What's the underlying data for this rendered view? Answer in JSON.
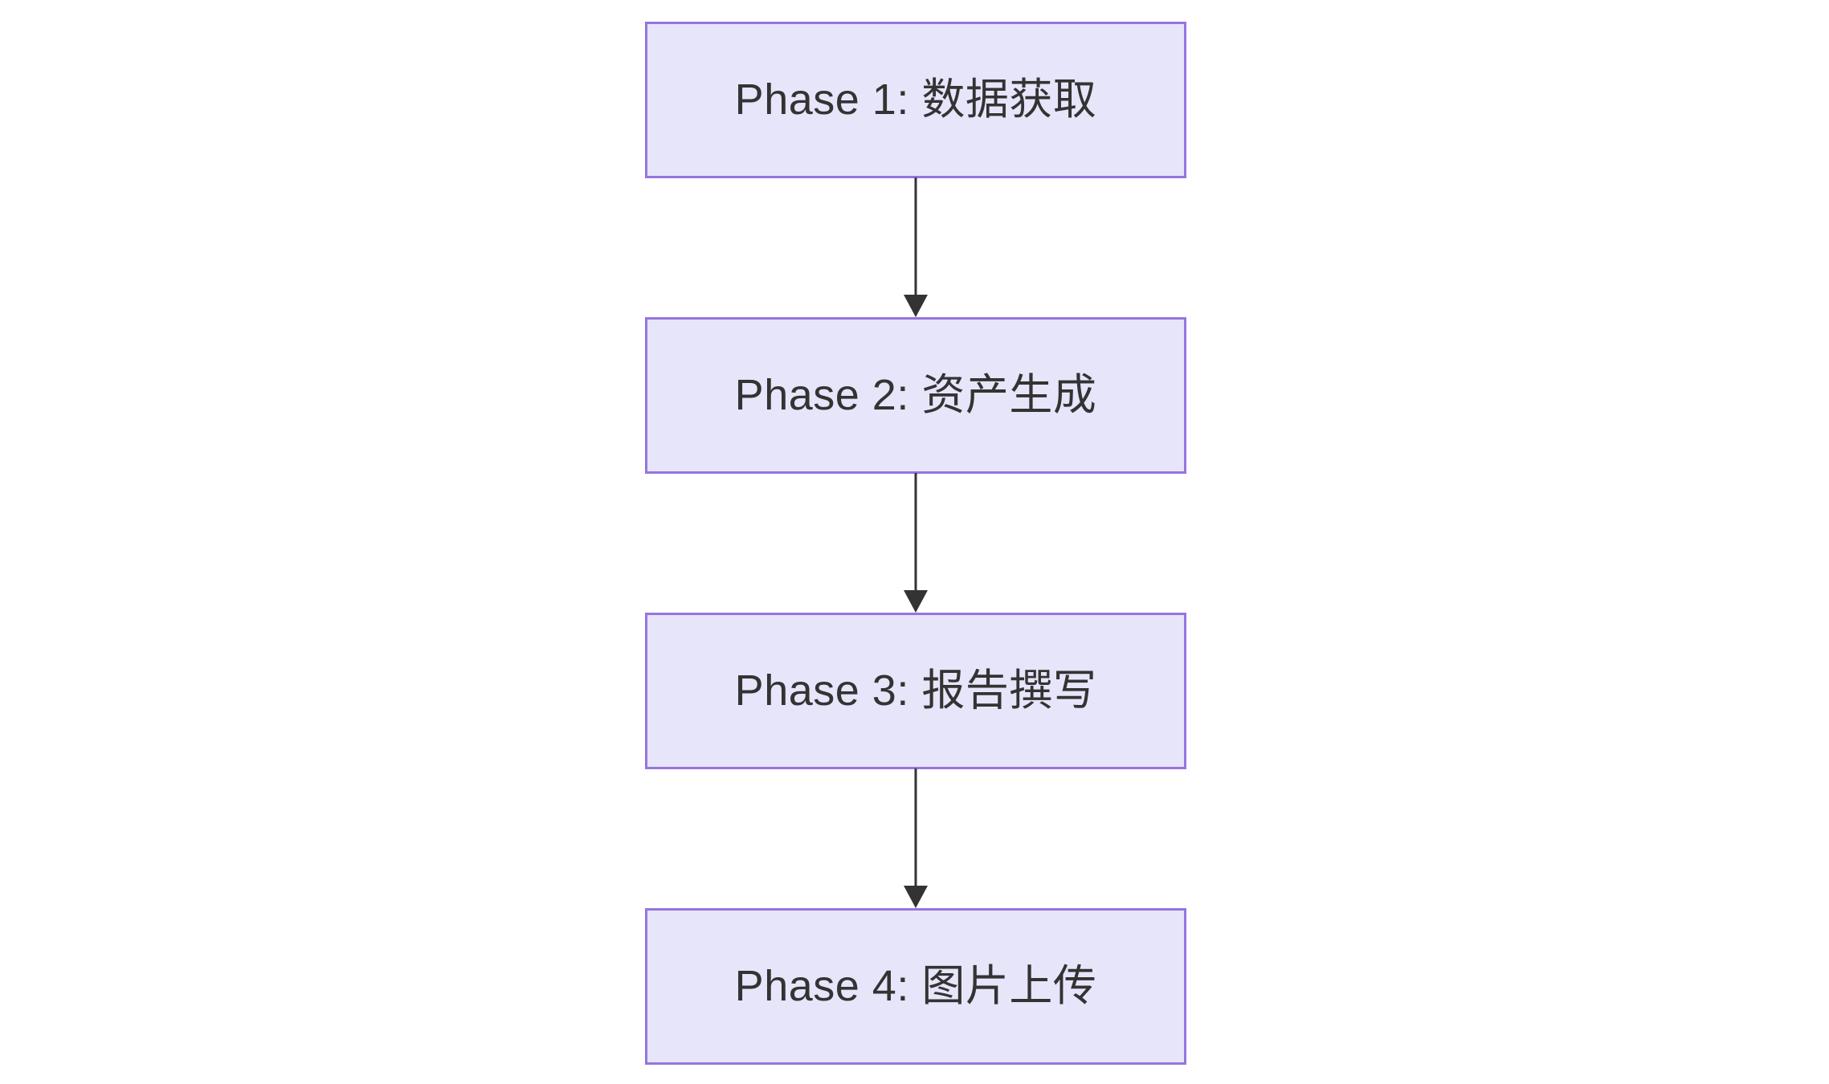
{
  "diagram": {
    "type": "flowchart",
    "direction": "top-to-bottom",
    "background_color": "#ffffff",
    "node_fill_color": "#e7e5fa",
    "node_border_color": "#9575de",
    "node_text_color": "#333333",
    "edge_color": "#333333",
    "nodes": [
      {
        "id": "phase1",
        "label": "Phase 1: 数据获取"
      },
      {
        "id": "phase2",
        "label": "Phase 2: 资产生成"
      },
      {
        "id": "phase3",
        "label": "Phase 3: 报告撰写"
      },
      {
        "id": "phase4",
        "label": "Phase 4: 图片上传"
      }
    ],
    "edges": [
      {
        "from": "phase1",
        "to": "phase2",
        "label": "",
        "arrow": "arrow-down-icon"
      },
      {
        "from": "phase2",
        "to": "phase3",
        "label": "",
        "arrow": "arrow-down-icon"
      },
      {
        "from": "phase3",
        "to": "phase4",
        "label": "",
        "arrow": "arrow-down-icon"
      }
    ]
  }
}
